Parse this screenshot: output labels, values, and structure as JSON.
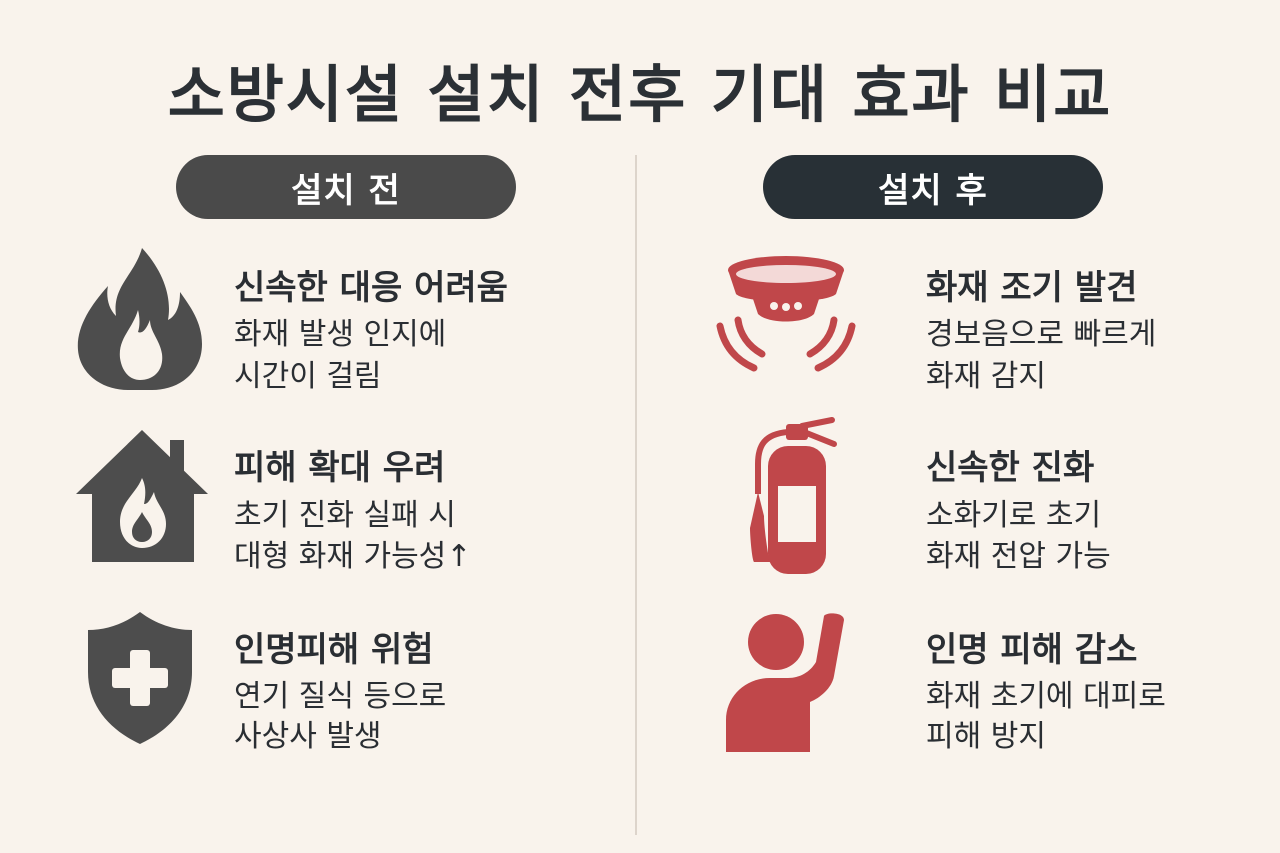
{
  "title": "소방시설 설치 전후 기대 효과 비교",
  "before": {
    "label": "설치 전",
    "items": [
      {
        "icon": "fire-icon",
        "heading": "신속한 대응 어려움",
        "line1": "화재 발생 인지에",
        "line2": "시간이 걸림"
      },
      {
        "icon": "house-fire-icon",
        "heading": "피해 확대 우려",
        "line1": "초기 진화 실패 시",
        "line2": "대형 화재 가능성↑"
      },
      {
        "icon": "shield-cross-icon",
        "heading": "인명피해 위험",
        "line1": "연기 질식 등으로",
        "line2": "사상사 발생"
      }
    ]
  },
  "after": {
    "label": "설치 후",
    "items": [
      {
        "icon": "smoke-detector-icon",
        "heading": "화재 조기 발견",
        "line1": "경보음으로 빠르게",
        "line2": "화재 감지"
      },
      {
        "icon": "fire-extinguisher-icon",
        "heading": "신속한 진화",
        "line1": "소화기로 초기",
        "line2": "화재 전압 가능"
      },
      {
        "icon": "person-raising-hand-icon",
        "heading": "인명 피해 감소",
        "line1": "화재 초기에 대피로",
        "line2": "피해 방지"
      }
    ]
  },
  "colors": {
    "background": "#f9f3ec",
    "dark_text": "#2a2e33",
    "before_pill": "#4a4a4a",
    "after_pill": "#283036",
    "before_icon": "#4d4d4d",
    "after_icon": "#c0474a"
  }
}
